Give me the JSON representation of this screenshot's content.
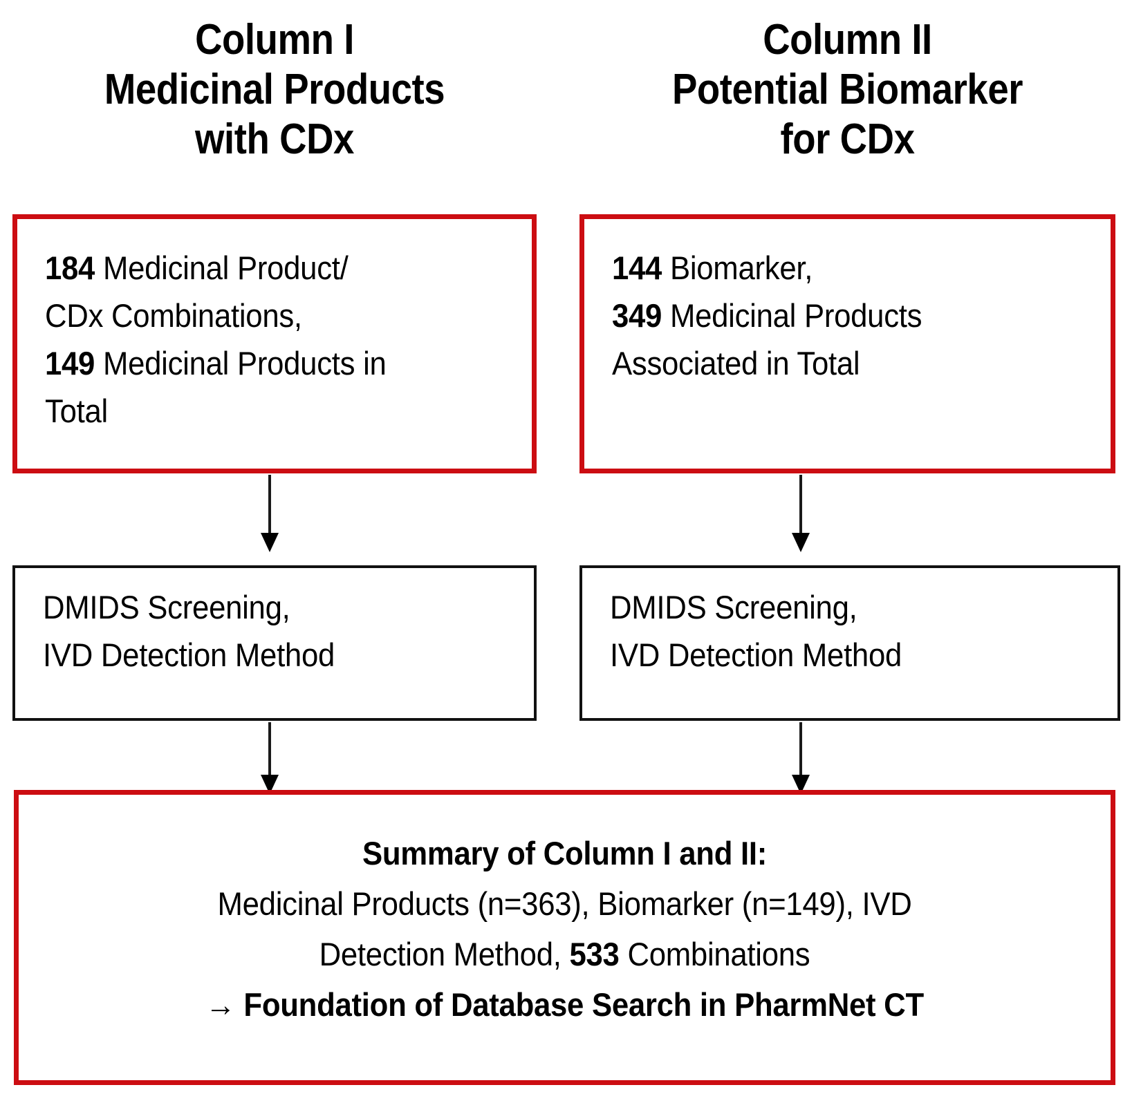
{
  "figure": {
    "type": "flowchart",
    "accent_red": "#CC0D12",
    "outline_black": "#111111"
  },
  "columns": [
    {
      "id": "column-1",
      "header": "Column I\nMedicinal Products\nwith CDx",
      "source_box": {
        "border_color": "#CC0D12",
        "lines": [
          {
            "bold": "184",
            "rest": " Medicinal Product/"
          },
          {
            "bold": "",
            "rest": "CDx Combinations,"
          },
          {
            "bold": "149",
            "rest": " Medicinal Products in"
          },
          {
            "bold": "",
            "rest": "Total"
          }
        ],
        "text": "184 Medicinal Product/\nCDx Combinations,\n149 Medicinal Products in\nTotal"
      },
      "process_box": {
        "border_color": "#111111",
        "text": "DMIDS Screening,\nIVD Detection Method"
      }
    },
    {
      "id": "column-2",
      "header": "Column II\nPotential Biomarker\nfor CDx",
      "source_box": {
        "border_color": "#CC0D12",
        "lines": [
          {
            "bold": "144",
            "rest": " Biomarker,"
          },
          {
            "bold": "349",
            "rest": " Medicinal Products"
          },
          {
            "bold": "",
            "rest": "Associated in Total"
          }
        ],
        "text": "144 Biomarker,\n349 Medicinal Products\nAssociated in Total"
      },
      "process_box": {
        "border_color": "#111111",
        "text": "DMIDS Screening,\nIVD Detection Method"
      }
    }
  ],
  "summary": {
    "border_color": "#CC0D12",
    "title": "Summary of Column I and II:",
    "line2": "Medicinal Products (n=363), Biomarker (n=149), IVD",
    "line3_pre": "Detection Method, ",
    "line3_bold": "533",
    "line3_post": " Combinations",
    "arrow_icon": "→",
    "line4": "Foundation of Database Search in PharmNet CT",
    "values": {
      "medicinal_products_n": 363,
      "biomarker_n": 149,
      "combinations": 533
    }
  },
  "connectors": [
    {
      "id": "arrow-col1-top",
      "from": "column-1 source box",
      "to": "column-1 process box"
    },
    {
      "id": "arrow-col2-top",
      "from": "column-2 source box",
      "to": "column-2 process box"
    },
    {
      "id": "arrow-col1-bottom",
      "from": "column-1 process box",
      "to": "summary box"
    },
    {
      "id": "arrow-col2-bottom",
      "from": "column-2 process box",
      "to": "summary box"
    }
  ]
}
